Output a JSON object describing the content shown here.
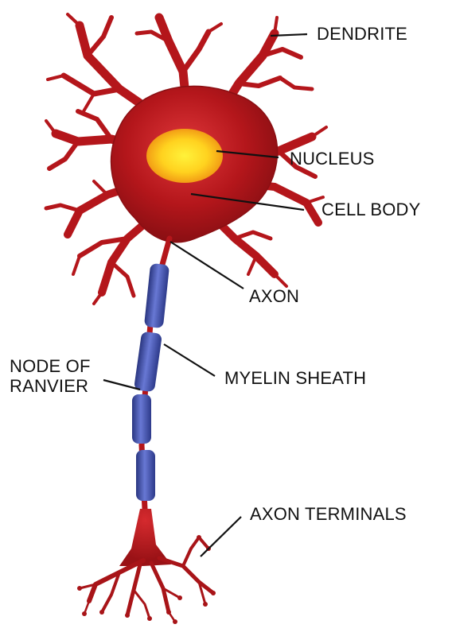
{
  "labels": {
    "dendrite": "DENDRITE",
    "nucleus": "NUCLEUS",
    "cell_body": "CELL BODY",
    "axon": "AXON",
    "node_of_ranvier_line1": "NODE OF",
    "node_of_ranvier_line2": "RANVIER",
    "myelin_sheath": "MYELIN SHEATH",
    "axon_terminals": "AXON TERMINALS"
  },
  "colors": {
    "cell": "#b4161b",
    "cell_highlight": "#e0383b",
    "cell_shadow": "#7d0d10",
    "nucleus_center": "#fff23a",
    "nucleus_edge": "#f09a14",
    "myelin": "#4657b8",
    "myelin_light": "#7f8ee0",
    "myelin_dark": "#2a3680",
    "leader_line": "#111111"
  }
}
